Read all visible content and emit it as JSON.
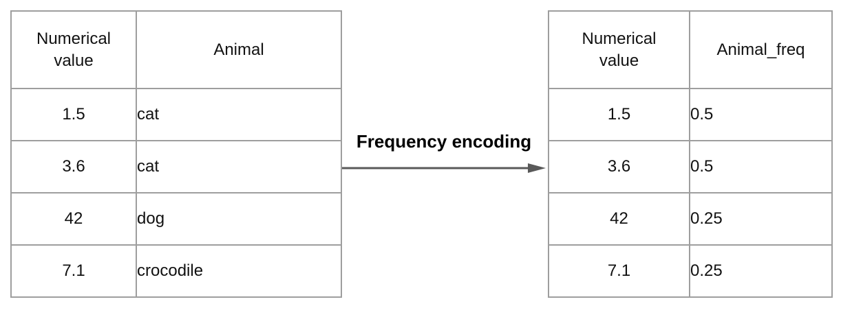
{
  "diagram": {
    "transform_label": "Frequency encoding"
  },
  "left_table": {
    "headers": [
      "Numerical value",
      "Animal"
    ],
    "rows": [
      [
        "1.5",
        "cat"
      ],
      [
        "3.6",
        "cat"
      ],
      [
        "42",
        "dog"
      ],
      [
        "7.1",
        "crocodile"
      ]
    ]
  },
  "right_table": {
    "headers": [
      "Numerical value",
      "Animal_freq"
    ],
    "rows": [
      [
        "1.5",
        "0.5"
      ],
      [
        "3.6",
        "0.5"
      ],
      [
        "42",
        "0.25"
      ],
      [
        "7.1",
        "0.25"
      ]
    ]
  },
  "colors": {
    "background": "#ffffff",
    "border": "#9e9e9e",
    "text": "#111111",
    "arrow": "#595959",
    "label": "#000000"
  }
}
